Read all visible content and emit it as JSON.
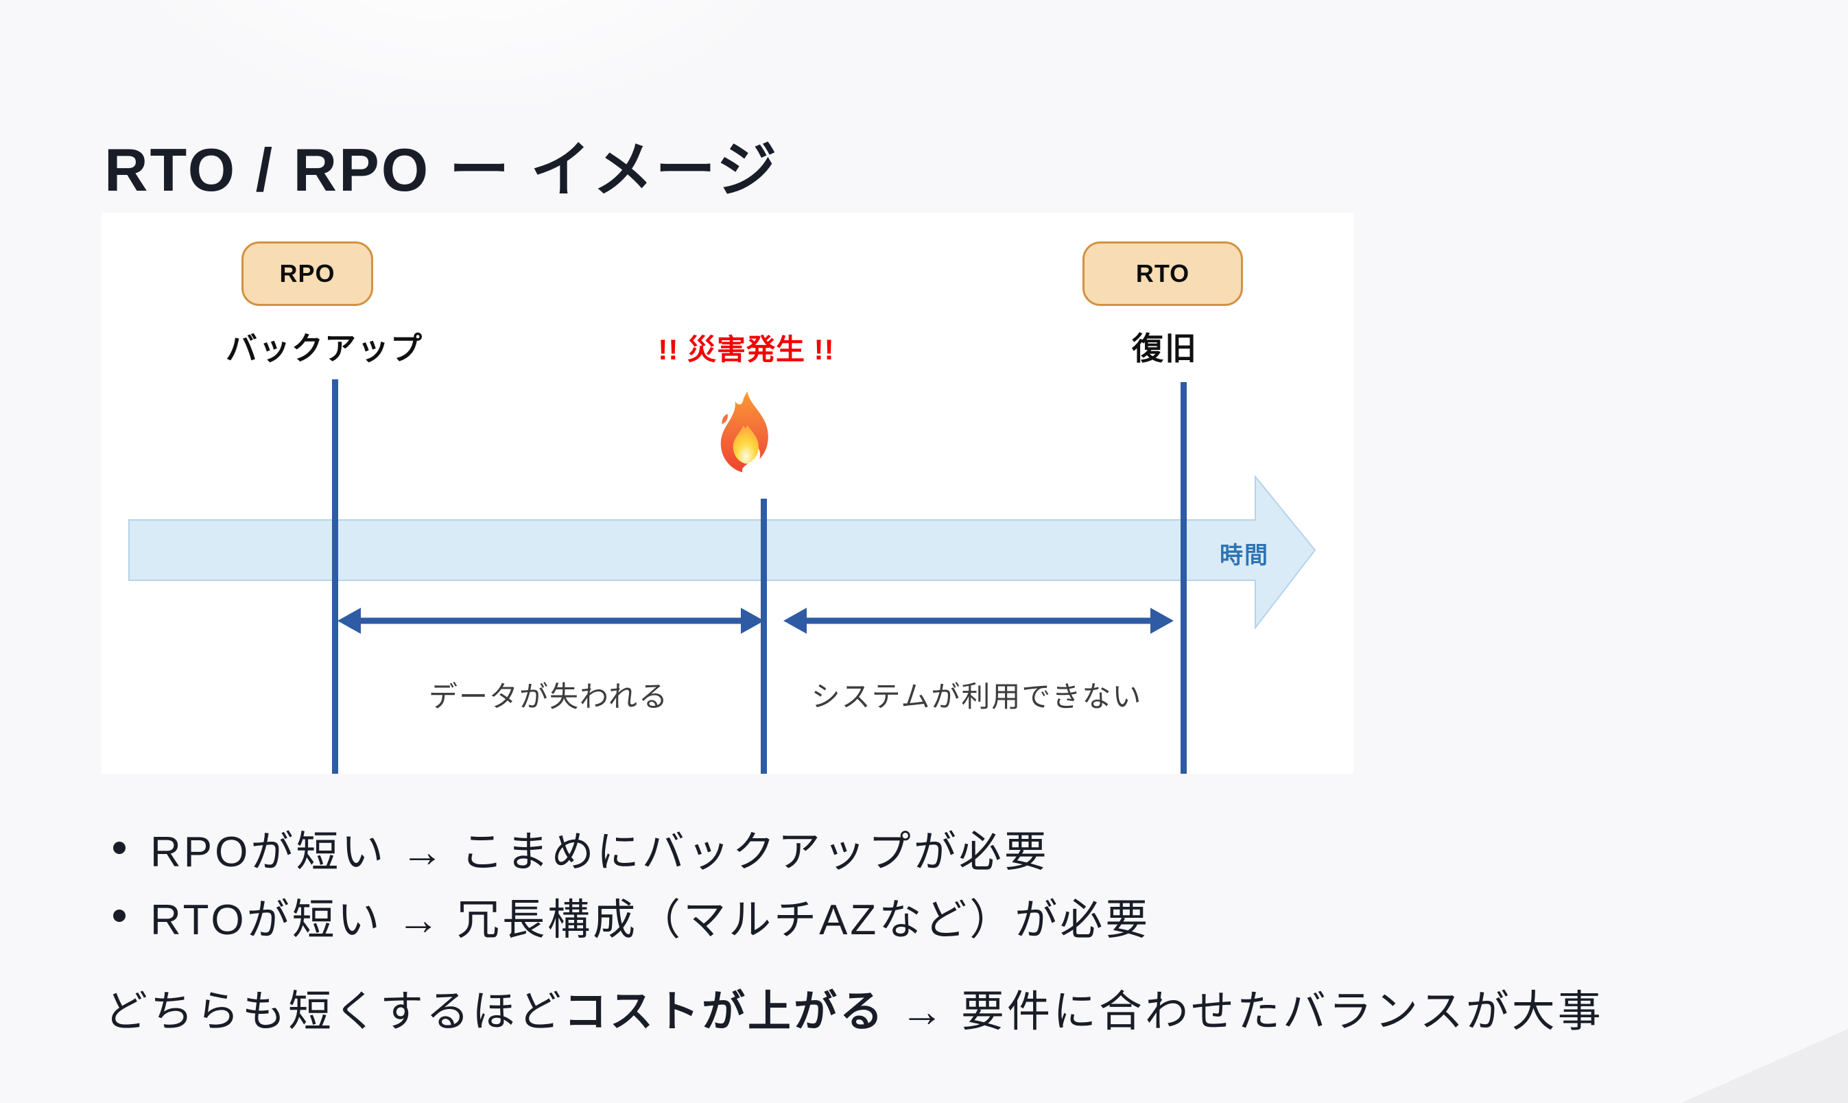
{
  "slide": {
    "title": "RTO / RPO ー イメージ",
    "background_color": "#f8f8fa"
  },
  "diagram": {
    "rpo_badge": "RPO",
    "rto_badge": "RTO",
    "backup_label": "バックアップ",
    "disaster_label": "!! 災害発生 !!",
    "recovery_label": "復旧",
    "time_label": "時間",
    "data_loss_label": "データが失われる",
    "system_unavailable_label": "システムが利用できない",
    "fire_icon": "fire-emoji",
    "colors": {
      "badge_fill": "#f8dcb4",
      "badge_border": "#d2923f",
      "line_blue": "#2e5ba3",
      "timeline_fill": "#d9ebf7",
      "timeline_border": "#b5d3ea",
      "time_text_blue": "#2e74b5",
      "disaster_red": "#f40000",
      "caption_gray": "#3d3d3d"
    }
  },
  "bullets": [
    {
      "label": "RPOが短い → こまめにバックアップが必要"
    },
    {
      "label": "RTOが短い → 冗長構成（マルチAZなど）が必要"
    }
  ],
  "conclusion": {
    "prefix": "どちらも短くするほど",
    "bold": "コストが上がる",
    "suffix": " → 要件に合わせたバランスが大事"
  }
}
